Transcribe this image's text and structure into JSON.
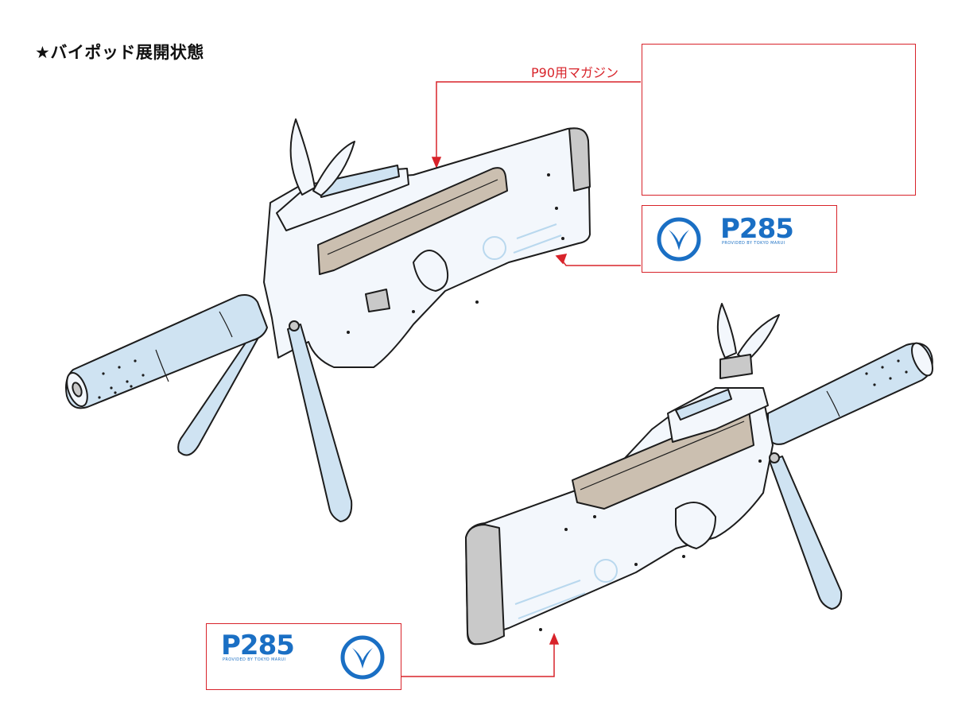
{
  "title": "★バイポッド展開状態",
  "magazine_label": "P90用マガジン",
  "logo_1": {
    "brand": "P285",
    "subtext": "PROVIDED BY TOKYO MARUI"
  },
  "logo_2": {
    "brand": "P285",
    "subtext": "PROVIDED BY TOKYO MARUI"
  },
  "colors": {
    "callout": "#d8232a",
    "logo_blue": "#1a6fc4",
    "body_fill": "#f3f7fc",
    "light_blue": "#cfe3f2",
    "tan": "#cbbfb0",
    "outline": "#1c1c1c"
  }
}
